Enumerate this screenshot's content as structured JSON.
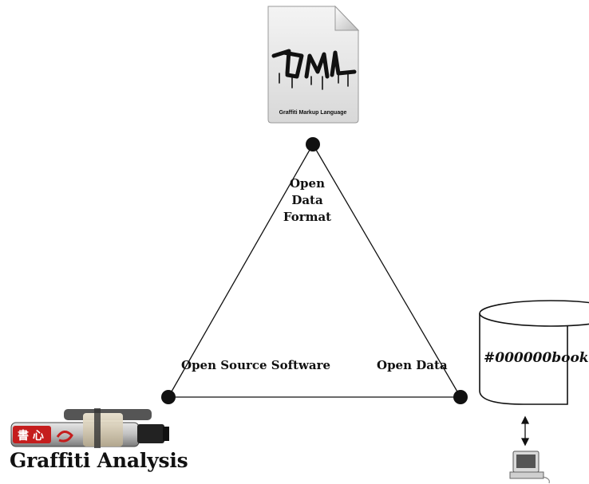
{
  "diagram": {
    "vertex_top_label_lines": [
      "Open",
      "Data",
      "Format"
    ],
    "vertex_left_label": "Open Source Software",
    "vertex_right_label": "Open Data",
    "document_caption": "Graffiti Markup Language",
    "document_logo_text": "GML",
    "database_label": "#000000book",
    "bottom_title": "Graffiti Analysis",
    "marker_label_chars": "書 心"
  }
}
